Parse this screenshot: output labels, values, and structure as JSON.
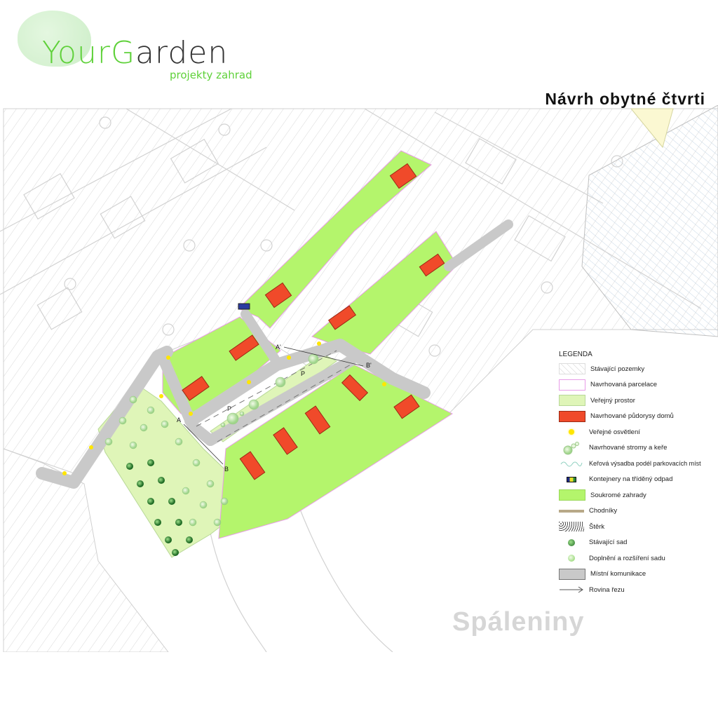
{
  "logo": {
    "brand_prefix": "Your",
    "brand_g": "G",
    "brand_suffix": "arden",
    "tagline": "projekty zahrad"
  },
  "title": "Návrh obytné čtvrti",
  "place_label": "Spáleniny",
  "map_labels": {
    "a": "A",
    "a_prime": "A'",
    "b": "B",
    "b_prime": "B'",
    "p1": "P",
    "p2": "P"
  },
  "legend": {
    "heading": "LEGENDA",
    "items": [
      {
        "label": "Stávající pozemky",
        "icon": "hatched-parcel"
      },
      {
        "label": "Navrhovaná parcelace",
        "icon": "pink-outline"
      },
      {
        "label": "Veřejný prostor",
        "icon": "light-green-fill"
      },
      {
        "label": "Navrhované půdorysy domů",
        "icon": "red-fill"
      },
      {
        "label": "Veřejné osvětlení",
        "icon": "yellow-dot"
      },
      {
        "label": "Navrhované stromy a keře",
        "icon": "tree-circles"
      },
      {
        "label": "Keřová výsadba podél parkovacích míst",
        "icon": "wave-line"
      },
      {
        "label": "Kontejnery na tříděný odpad",
        "icon": "container"
      },
      {
        "label": "Soukromé zahrady",
        "icon": "green-fill"
      },
      {
        "label": "Chodníky",
        "icon": "tan-line"
      },
      {
        "label": "Štěrk",
        "icon": "gravel"
      },
      {
        "label": "Stávající sad",
        "icon": "dark-tree"
      },
      {
        "label": "Doplnění a rozšíření sadu",
        "icon": "light-tree"
      },
      {
        "label": "Místní komunikace",
        "icon": "gray-fill"
      },
      {
        "label": "Rovina řezu",
        "icon": "arrow"
      }
    ]
  },
  "colors": {
    "private_garden": "#b4f56c",
    "public_space": "#dff5b8",
    "house": "#f04a2a",
    "road": "#c9c9c9",
    "parcel": "#e89ce8",
    "brand": "#5fd13a"
  }
}
